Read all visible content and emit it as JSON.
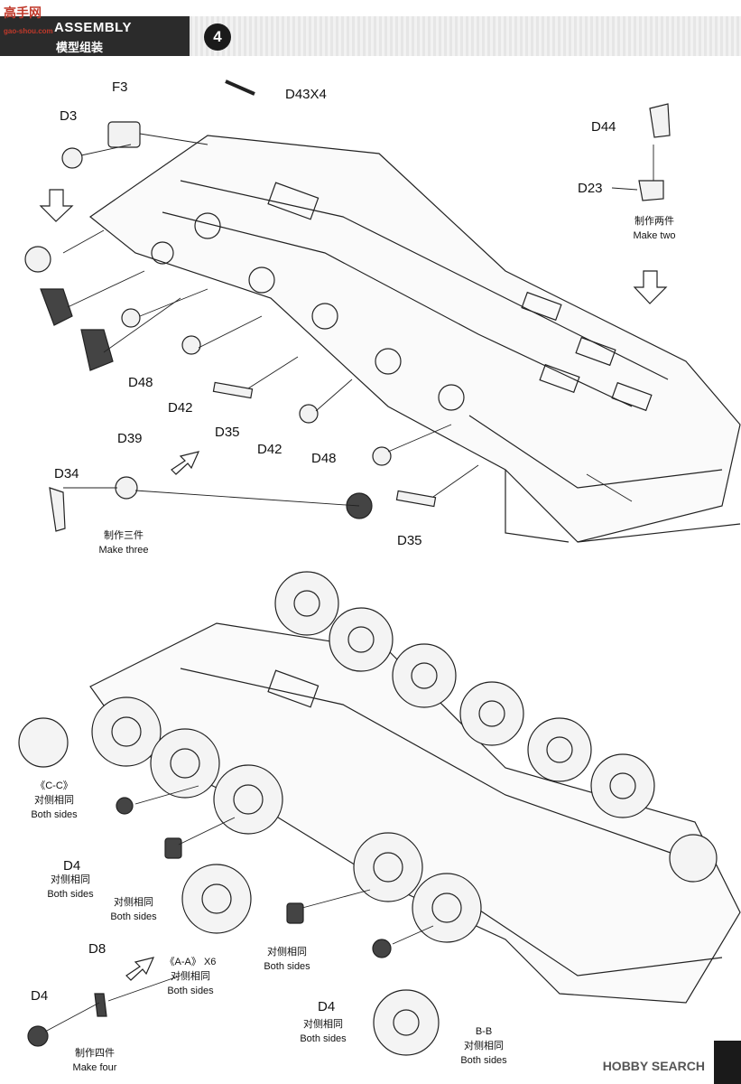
{
  "header": {
    "logo": "高手网",
    "logo_sub": "gao-shou.com",
    "title": "ASSEMBLY",
    "subtitle": "模型组装",
    "step": "4"
  },
  "top_parts": {
    "f3": "F3",
    "d3": "D3",
    "d43": "D43X4",
    "d44": "D44",
    "d23": "D23",
    "d48a": "D48",
    "d42a": "D42",
    "d35a": "D35",
    "d42b": "D42",
    "d48b": "D48",
    "d39": "D39",
    "d34": "D34",
    "d35b": "D35"
  },
  "top_notes": {
    "make_two_cn": "制作两件",
    "make_two_en": "Make two",
    "make_three_cn": "制作三件",
    "make_three_en": "Make three"
  },
  "bottom": {
    "cc": "《C-C》",
    "cc_cn": "对侧相同",
    "cc_en": "Both sides",
    "d4a": "D4",
    "d4a_cn": "对侧相同",
    "d4a_en": "Both sides",
    "mid_cn": "对侧相同",
    "mid_en": "Both sides",
    "aa": "《A-A》 X6",
    "aa_cn": "对侧相同",
    "aa_en": "Both sides",
    "d8": "D8",
    "d4b": "D4",
    "make_four_cn": "制作四件",
    "make_four_en": "Make four",
    "right_cn": "对侧相同",
    "right_en": "Both sides",
    "d4c": "D4",
    "d4c_cn": "对侧相同",
    "d4c_en": "Both sides",
    "bb": "B-B",
    "bb_cn": "对侧相同",
    "bb_en": "Both sides"
  },
  "footer": {
    "brand": "HOBBY SEARCH"
  }
}
